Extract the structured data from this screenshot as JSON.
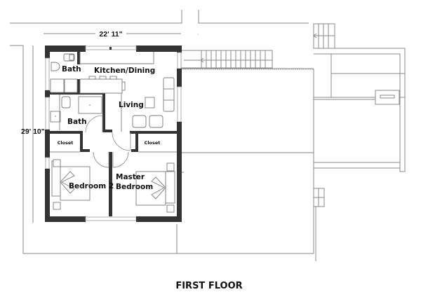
{
  "plan": {
    "title": "FIRST FLOOR",
    "dimensions": {
      "width": "22' 11\"",
      "depth": "29' 10\""
    },
    "rooms": {
      "bath_upper": "Bath",
      "kitchen_dining": "Kitchen/Dining",
      "living": "Living",
      "bath_lower": "Bath",
      "closet_left": "Closet",
      "closet_right": "Closet",
      "bedroom2": "Bedroom 2",
      "master_line1": "Master",
      "master_line2": "Bedroom"
    },
    "colors": {
      "wall": "#333333",
      "line": "#8a8a8a",
      "background": "#ffffff"
    }
  }
}
